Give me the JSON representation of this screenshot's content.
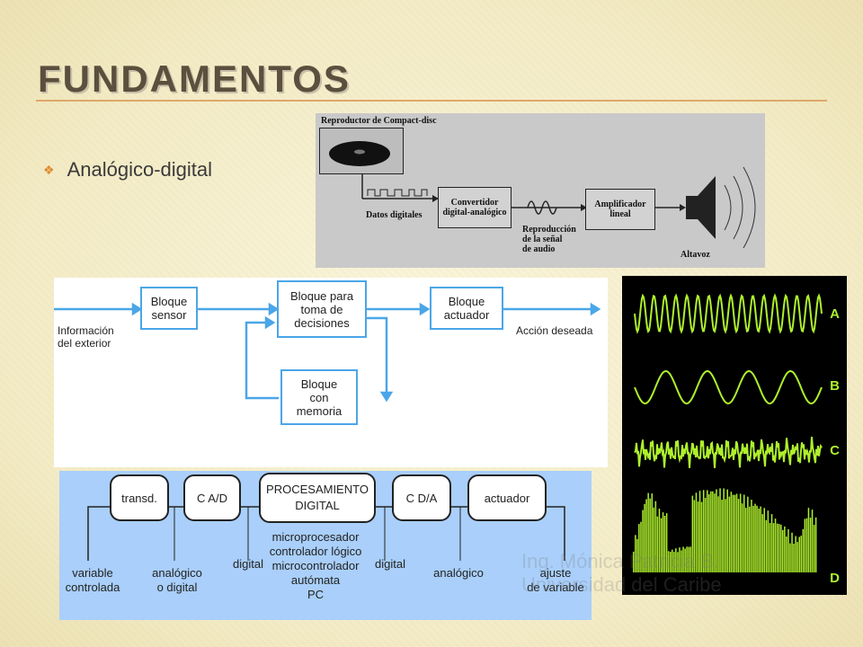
{
  "slide": {
    "title": "FUNDAMENTOS",
    "bullet": "Analógico-digital",
    "bullet_icon": "diamond-bullet-icon"
  },
  "cd_diagram": {
    "title": "Reproductor de Compact-disc",
    "datos": "Datos digitales",
    "convertidor": "Convertidor\ndigital-analógico",
    "reproduccion": "Reproducción\nde la señal\nde audio",
    "amplificador": "Amplificador\nlineal",
    "altavoz": "Altavoz"
  },
  "block_diagram": {
    "sensor": "Bloque\nsensor",
    "decision": "Bloque para\ntoma de\ndecisiones",
    "actuador": "Bloque\nactuador",
    "memoria": "Bloque\ncon\nmemoria",
    "input": "Información\ndel exterior",
    "output": "Acción deseada"
  },
  "dsp_chain": {
    "boxes": [
      "transd.",
      "C A/D",
      "PROCESAMIENTO\nDIGITAL",
      "C D/A",
      "actuador"
    ],
    "labels": {
      "variable": "variable\ncontrolada",
      "analog1": "analógico\no digital",
      "digital1": "digital",
      "processors": "microprocesador\ncontrolador lógico\nmicrocontrolador\nautómata\nPC",
      "digital2": "digital",
      "analog2": "analógico",
      "ajuste": "ajuste\nde variable"
    }
  },
  "waveforms": {
    "labels": [
      "A",
      "B",
      "C",
      "D"
    ],
    "color": "#aef02c"
  },
  "watermark": {
    "line1": "Ing. Mónica Patricia B.",
    "line2": "Universidad del Caribe"
  }
}
